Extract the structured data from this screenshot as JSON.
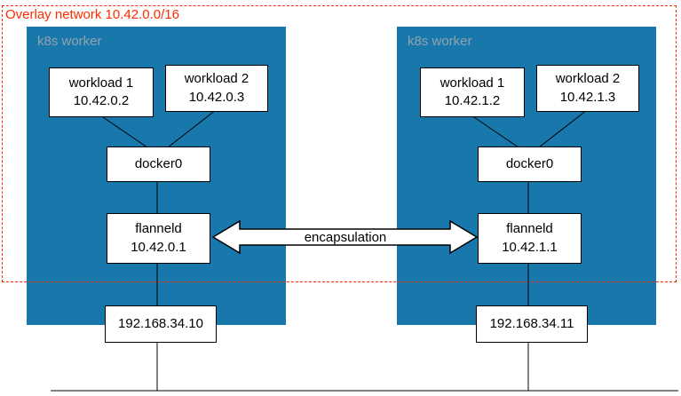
{
  "overlay": {
    "title": "Overlay network 10.42.0.0/16"
  },
  "colors": {
    "worker_fill": "#1878ab",
    "overlay_border": "#ff2b00",
    "worker_label_text": "#93a2ac",
    "node_border": "#000000",
    "node_fill": "#ffffff"
  },
  "workers": [
    {
      "label": "k8s worker",
      "workloads": [
        {
          "name": "workload 1",
          "ip": "10.42.0.2"
        },
        {
          "name": "workload 2",
          "ip": "10.42.0.3"
        }
      ],
      "bridge": "docker0",
      "flanneld": {
        "name": "flanneld",
        "ip": "10.42.0.1"
      },
      "host_ip": "192.168.34.10"
    },
    {
      "label": "k8s worker",
      "workloads": [
        {
          "name": "workload 1",
          "ip": "10.42.1.2"
        },
        {
          "name": "workload 2",
          "ip": "10.42.1.3"
        }
      ],
      "bridge": "docker0",
      "flanneld": {
        "name": "flanneld",
        "ip": "10.42.1.1"
      },
      "host_ip": "192.168.34.11"
    }
  ],
  "arrow": {
    "label": "encapsulation"
  }
}
